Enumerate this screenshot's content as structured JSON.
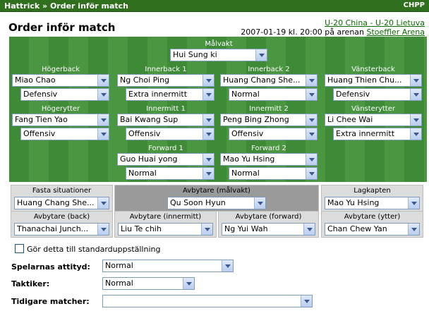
{
  "header": {
    "breadcrumb": "Hattrick » Order inför match",
    "chpp": "CHPP"
  },
  "title": "Order inför match",
  "match": {
    "link": "U-20 China - U-20 Lietuva",
    "info_prefix": "2007-01-19 kl. 20:00 på arenan ",
    "arena": "Stoeffler Arena"
  },
  "lineup": {
    "goalkeeper": {
      "label": "Målvakt",
      "player": "Hui Sung ki"
    },
    "right_back": {
      "label": "Högerback",
      "player": "Miao Chao",
      "order": "Defensiv"
    },
    "cb1": {
      "label": "Innerback 1",
      "player": "Ng Choi Ping",
      "order": "Extra innermitt"
    },
    "cb2": {
      "label": "Innerback 2",
      "player": "Huang Chang She...",
      "order": "Normal"
    },
    "left_back": {
      "label": "Vänsterback",
      "player": "Huang Thien Chu...",
      "order": "Defensiv"
    },
    "right_wing": {
      "label": "Högerytter",
      "player": "Fang Tien Yao",
      "order": "Offensiv"
    },
    "im1": {
      "label": "Innermitt 1",
      "player": "Bai Kwang Sup",
      "order": "Offensiv"
    },
    "im2": {
      "label": "Innermitt 2",
      "player": "Peng Bing Zhong",
      "order": "Offensiv"
    },
    "left_wing": {
      "label": "Vänsterytter",
      "player": "Li Chee Wai",
      "order": "Extra innermitt"
    },
    "fw1": {
      "label": "Forward 1",
      "player": "Guo Huai yong",
      "order": "Normal"
    },
    "fw2": {
      "label": "Forward 2",
      "player": "Mao Yu Hsing",
      "order": "Normal"
    }
  },
  "subs": {
    "set_pieces": {
      "label": "Fasta situationer",
      "player": "Huang Chang She..."
    },
    "sub_gk": {
      "label": "Avbytare (målvakt)",
      "player": "Qu Soon Hyun"
    },
    "captain": {
      "label": "Lagkapten",
      "player": "Mao Yu Hsing"
    },
    "sub_back": {
      "label": "Avbytare (back)",
      "player": "Thanachai Junch..."
    },
    "sub_im": {
      "label": "Avbytare (innermitt)",
      "player": "Liu Te chih"
    },
    "sub_fw": {
      "label": "Avbytare (forward)",
      "player": "Ng Yui Wah"
    },
    "sub_wing": {
      "label": "Avbytare (ytter)",
      "player": "Chan Chew Yan"
    }
  },
  "options": {
    "default_checkbox": "Gör detta till standarduppställning",
    "attitude_label": "Spelarnas attityd:",
    "attitude_value": "Normal",
    "tactic_label": "Taktiker:",
    "tactic_value": "Normal",
    "previous_label": "Tidigare matcher:",
    "previous_value": ""
  }
}
